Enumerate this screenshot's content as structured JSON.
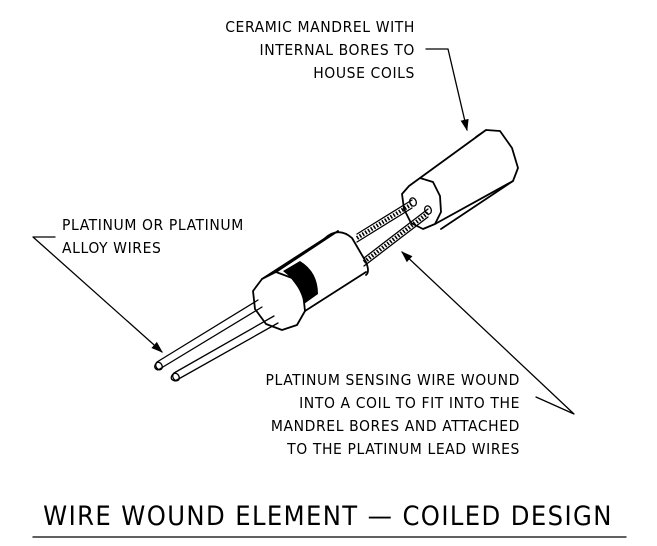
{
  "figure": {
    "callouts": {
      "mandrel": {
        "lines": [
          "CERAMIC MANDREL WITH",
          "INTERNAL BORES TO",
          "HOUSE COILS"
        ],
        "icon": "ceramic-mandrel"
      },
      "lead_wires": {
        "lines": [
          "PLATINUM OR PLATINUM",
          "ALLOY WIRES"
        ],
        "icon": "platinum-lead-wires"
      },
      "sensing_wire": {
        "lines": [
          "PLATINUM SENSING WIRE WOUND",
          "INTO A COIL TO FIT INTO THE",
          "MANDREL BORES AND ATTACHED",
          "TO THE PLATINUM LEAD WIRES"
        ],
        "icon": "coiled-sensing-wire"
      }
    },
    "caption": "WIRE WOUND ELEMENT — COILED DESIGN",
    "colors": {
      "ink": "#000000",
      "background": "#ffffff"
    }
  }
}
